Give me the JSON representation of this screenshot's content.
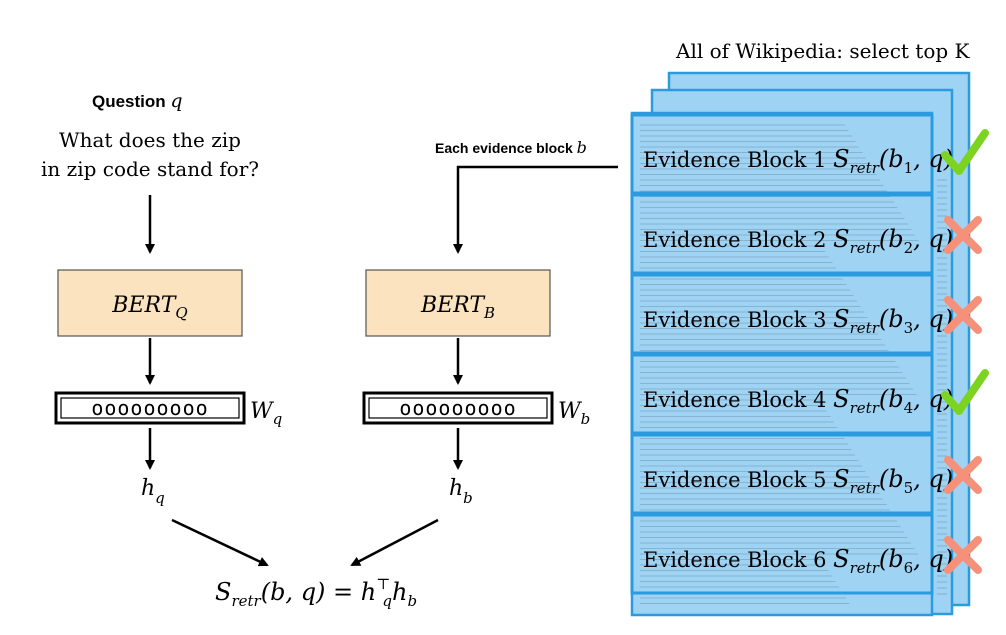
{
  "question": {
    "heading": "Question",
    "heading_var": "q",
    "text_line1": "What does the zip",
    "text_line2": "in zip code stand for?"
  },
  "evidence_label": {
    "text": "Each evidence block",
    "var": "b"
  },
  "encoders": [
    {
      "name": "BERT",
      "sub": "Q",
      "weight": "W",
      "weight_sub": "q",
      "vector": "ooooooooo",
      "output": "h",
      "output_sub": "q"
    },
    {
      "name": "BERT",
      "sub": "B",
      "weight": "W",
      "weight_sub": "b",
      "vector": "ooooooooo",
      "output": "h",
      "output_sub": "b"
    }
  ],
  "score_formula": {
    "lhs": "S",
    "lhs_sub": "retr",
    "args": "(b, q) = h",
    "h_sub": "q",
    "h_sup": "⊤",
    "h2": "h",
    "h2_sub": "b"
  },
  "wikipedia": {
    "title": "All of Wikipedia: select top K"
  },
  "blocks": [
    {
      "label": "Evidence Block 1",
      "score": "S",
      "score_sub": "retr",
      "args": "(b",
      "arg_sub": "1",
      "args_end": ", q)",
      "selected": true
    },
    {
      "label": "Evidence Block 2",
      "score": "S",
      "score_sub": "retr",
      "args": "(b",
      "arg_sub": "2",
      "args_end": ", q)",
      "selected": false
    },
    {
      "label": "Evidence Block 3",
      "score": "S",
      "score_sub": "retr",
      "args": "(b",
      "arg_sub": "3",
      "args_end": ", q)",
      "selected": false
    },
    {
      "label": "Evidence Block 4",
      "score": "S",
      "score_sub": "retr",
      "args": "(b",
      "arg_sub": "4",
      "args_end": ", q)",
      "selected": true
    },
    {
      "label": "Evidence Block 5",
      "score": "S",
      "score_sub": "retr",
      "args": "(b",
      "arg_sub": "5",
      "args_end": ", q)",
      "selected": false
    },
    {
      "label": "Evidence Block 6",
      "score": "S",
      "score_sub": "retr",
      "args": "(b",
      "arg_sub": "6",
      "args_end": ", q)",
      "selected": false
    }
  ],
  "colors": {
    "bert_fill": "#fbe3c0",
    "block_fill": "#9fd3f3",
    "block_border": "#2b9be0",
    "check": "#7ed321",
    "cross": "#f5917a",
    "faint_text": "#5a7a8c"
  }
}
